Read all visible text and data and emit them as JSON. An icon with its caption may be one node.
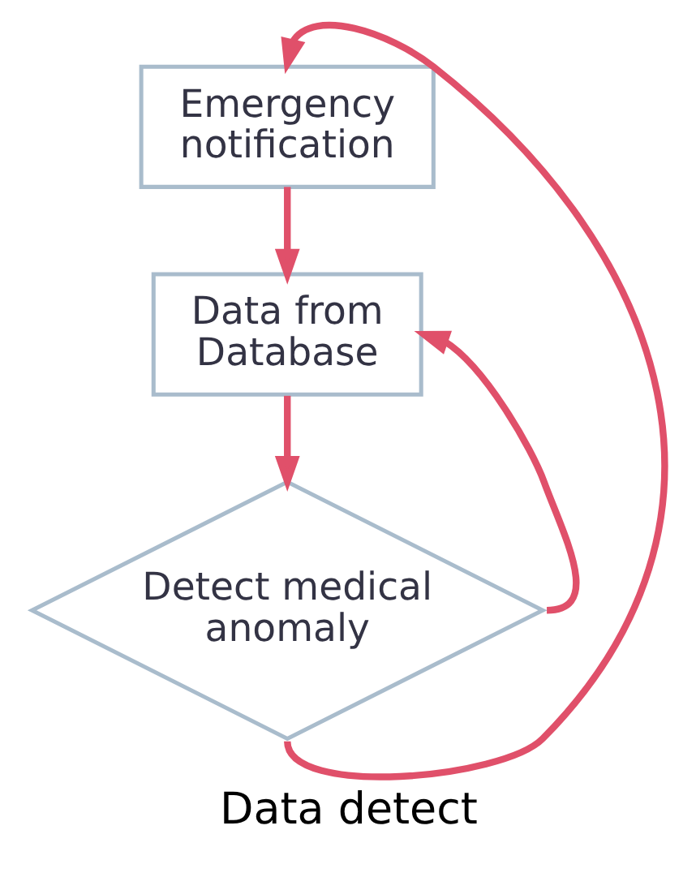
{
  "diagram": {
    "caption": "Data detect",
    "nodes": [
      {
        "text": [
          "Emergency notification"
        ]
      },
      {
        "text": [
          "Data from Database"
        ]
      },
      {
        "text": [
          "Detect medical anomaly"
        ]
      }
    ],
    "edges": [
      {
        "from": 0,
        "to": 1,
        "arrow": "to"
      },
      {
        "from": 1,
        "to": 2,
        "arrow": "to"
      },
      {
        "from": 2,
        "to": 1,
        "arrow": "to"
      },
      {
        "from": 2,
        "to": 0,
        "arrow": "to"
      }
    ]
  }
}
